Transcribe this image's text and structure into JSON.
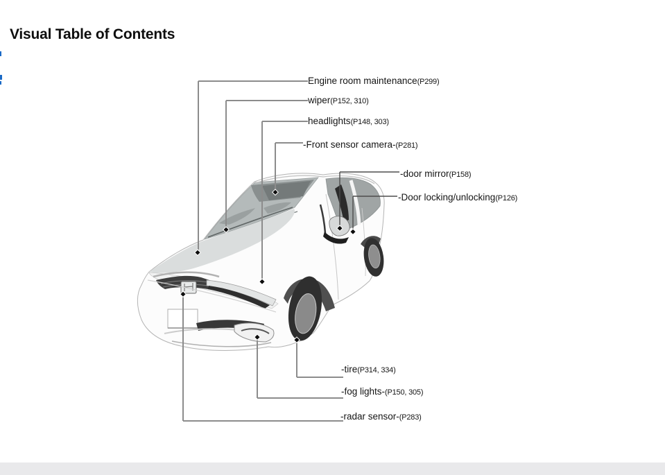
{
  "page": {
    "title": "Visual Table of Contents"
  },
  "callouts": [
    {
      "id": "engine-room-maintenance",
      "label": "Engine room maintenance",
      "pages": "(P299)"
    },
    {
      "id": "wiper",
      "label": "wiper",
      "pages": "(P152, 310)"
    },
    {
      "id": "headlights",
      "label": "headlights",
      "pages": "(P148, 303)"
    },
    {
      "id": "front-sensor-camera",
      "label": "-Front sensor camera-",
      "pages": "(P281)"
    },
    {
      "id": "door-mirror",
      "label": "-door mirror",
      "pages": "(P158)"
    },
    {
      "id": "door-locking-unlocking",
      "label": "-Door locking/unlocking",
      "pages": "(P126)"
    },
    {
      "id": "tire",
      "label": "-tire",
      "pages": "(P314, 334)"
    },
    {
      "id": "fog-lights",
      "label": "-fog lights-",
      "pages": "(P150, 305)"
    },
    {
      "id": "radar-sensor",
      "label": "-radar sensor-",
      "pages": "(P283)"
    }
  ],
  "illustration": {
    "description": "Front three-quarter grayscale drawing of a compact wagon vehicle with callout leader lines"
  },
  "colors": {
    "leader_line": "#8c8c8c",
    "leader_line_dark": "#4d4d4d",
    "link_fragment_blue": "#1b6ac6",
    "footer_bar": "#e9e9eb",
    "label_text": "#141414"
  }
}
